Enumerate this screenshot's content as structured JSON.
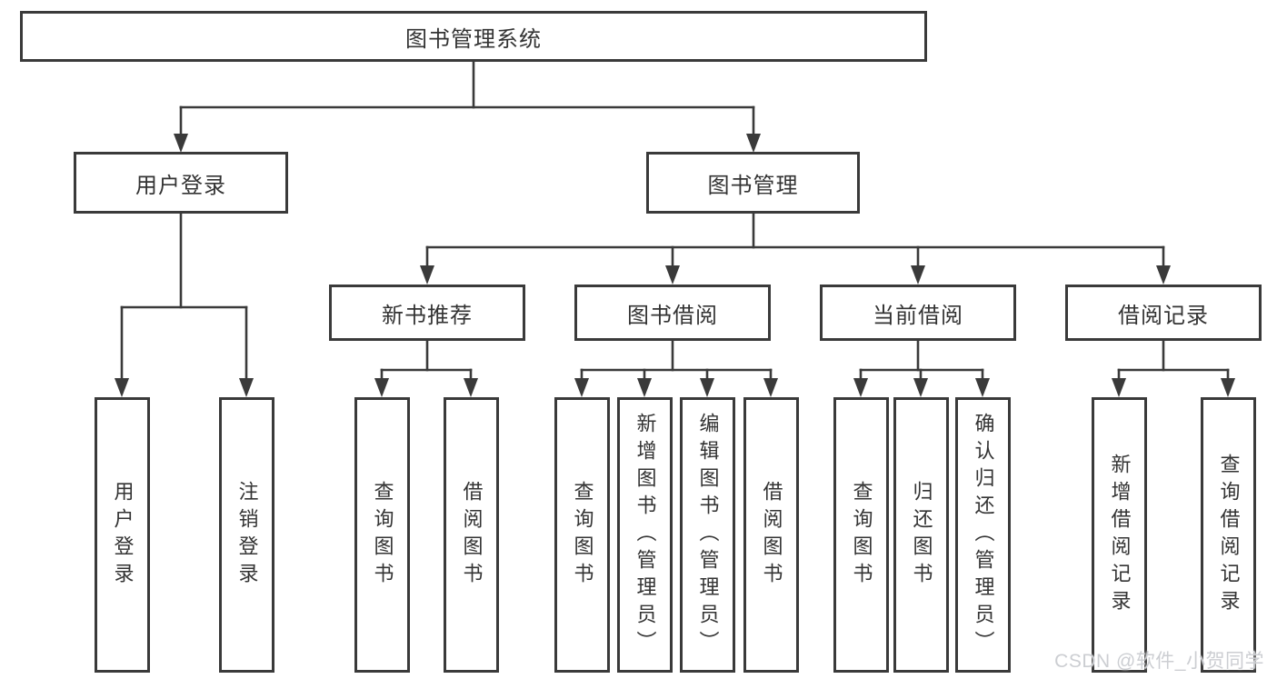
{
  "diagram": {
    "title": "图书管理系统",
    "root": "图书管理系统",
    "level2": [
      "用户登录",
      "图书管理"
    ],
    "level3": [
      "新书推荐",
      "图书借阅",
      "当前借阅",
      "借阅记录"
    ],
    "leaves": {
      "user_login": "用户登录",
      "logout": "注销登录",
      "recommend_query": "查询图书",
      "recommend_borrow": "借阅图书",
      "borrow_query": "查询图书",
      "borrow_add_admin": "新增图书（管理员）",
      "borrow_edit_admin": "编辑图书（管理员）",
      "borrow_borrow": "借阅图书",
      "current_query": "查询图书",
      "current_return": "归还图书",
      "current_confirm_admin": "确认归还（管理员）",
      "records_add": "新增借阅记录",
      "records_query": "查询借阅记录"
    }
  },
  "watermark": "CSDN @软件_小贺同学",
  "colors": {
    "line": "#3a3a3a",
    "text": "#333333",
    "watermark": "#ccced2",
    "background": "#ffffff"
  }
}
